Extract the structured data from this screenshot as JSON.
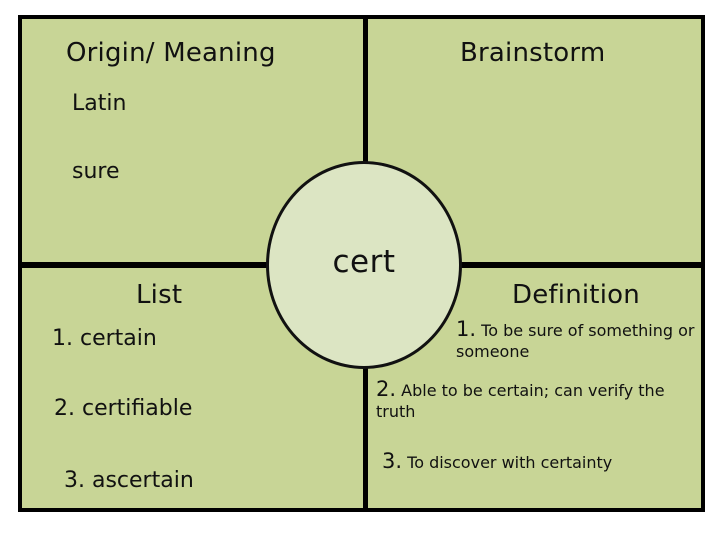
{
  "organizer": {
    "center": {
      "word": "cert"
    },
    "colors": {
      "quadrant_fill": "#c8d596",
      "circle_fill": "#dce5c3",
      "border": "#000000",
      "text": "#111111"
    },
    "quadrants": {
      "origin": {
        "heading": "Origin/ Meaning",
        "items": [
          "Latin",
          "sure"
        ]
      },
      "brainstorm": {
        "heading": "Brainstorm",
        "items": []
      },
      "list": {
        "heading": "List",
        "items": [
          "1. certain",
          "2. certifiable",
          "3. ascertain"
        ]
      },
      "definition": {
        "heading": "Definition",
        "items": [
          {
            "num": "1.",
            "text": "To be sure of something or someone"
          },
          {
            "num": "2.",
            "text": "Able to be certain; can verify the truth"
          },
          {
            "num": "3.",
            "text": "To discover with certainty"
          }
        ]
      }
    }
  }
}
